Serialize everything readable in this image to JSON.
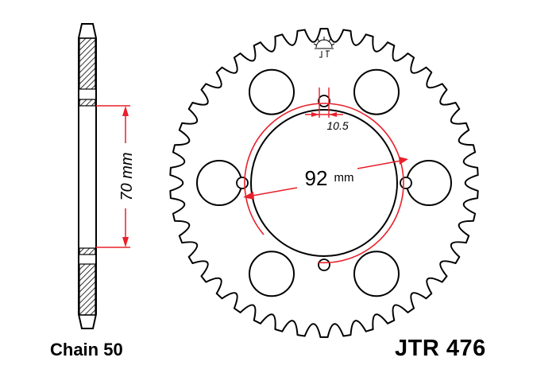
{
  "colors": {
    "outline": "#000000",
    "dimension": "#e8202a",
    "hatch": "#000000",
    "background": "#ffffff"
  },
  "profile": {
    "height_label": "70 mm"
  },
  "sprocket": {
    "teeth": 42,
    "mounting_holes": 6,
    "bolt_holes": 4,
    "bore_label": "92",
    "bore_unit": "mm",
    "hole_label": "10.5",
    "logo": "jt-sprockets-logo"
  },
  "captions": {
    "chain": "Chain 50",
    "part_number": "JTR 476"
  }
}
